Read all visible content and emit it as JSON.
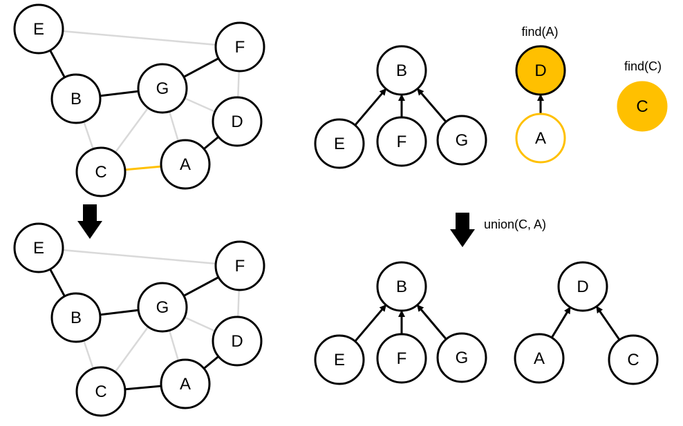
{
  "colors": {
    "edge_active": "#000000",
    "edge_inactive": "#d9d9d9",
    "edge_highlight": "#ffc000",
    "node_fill": "#ffffff",
    "node_stroke": "#000000",
    "root_fill": "#ffc000"
  },
  "graph_before": {
    "nodes": [
      "E",
      "F",
      "B",
      "G",
      "D",
      "C",
      "A"
    ],
    "edges": [
      {
        "from": "E",
        "to": "B",
        "state": "active"
      },
      {
        "from": "B",
        "to": "G",
        "state": "active"
      },
      {
        "from": "G",
        "to": "F",
        "state": "active"
      },
      {
        "from": "D",
        "to": "A",
        "state": "active"
      },
      {
        "from": "C",
        "to": "A",
        "state": "highlight"
      },
      {
        "from": "E",
        "to": "F",
        "state": "inactive"
      },
      {
        "from": "B",
        "to": "C",
        "state": "inactive"
      },
      {
        "from": "G",
        "to": "C",
        "state": "inactive"
      },
      {
        "from": "G",
        "to": "A",
        "state": "inactive"
      },
      {
        "from": "G",
        "to": "D",
        "state": "inactive"
      },
      {
        "from": "F",
        "to": "D",
        "state": "inactive"
      }
    ]
  },
  "graph_after": {
    "nodes": [
      "E",
      "F",
      "B",
      "G",
      "D",
      "C",
      "A"
    ],
    "edges": [
      {
        "from": "E",
        "to": "B",
        "state": "active"
      },
      {
        "from": "B",
        "to": "G",
        "state": "active"
      },
      {
        "from": "G",
        "to": "F",
        "state": "active"
      },
      {
        "from": "D",
        "to": "A",
        "state": "active"
      },
      {
        "from": "C",
        "to": "A",
        "state": "active"
      },
      {
        "from": "E",
        "to": "F",
        "state": "inactive"
      },
      {
        "from": "B",
        "to": "C",
        "state": "inactive"
      },
      {
        "from": "G",
        "to": "C",
        "state": "inactive"
      },
      {
        "from": "G",
        "to": "A",
        "state": "inactive"
      },
      {
        "from": "G",
        "to": "D",
        "state": "inactive"
      },
      {
        "from": "F",
        "to": "D",
        "state": "inactive"
      }
    ]
  },
  "forest_before": {
    "captions": {
      "find_a": "find(A)",
      "find_c": "find(C)"
    },
    "trees": [
      {
        "root": "B",
        "children": [
          "E",
          "F",
          "G"
        ]
      },
      {
        "root": "D",
        "children": [
          "A"
        ],
        "highlight_root": true,
        "highlight_child": true
      },
      {
        "root": "C",
        "children": [],
        "highlight_root": true
      }
    ]
  },
  "union_caption": "union(C, A)",
  "forest_after": {
    "trees": [
      {
        "root": "B",
        "children": [
          "E",
          "F",
          "G"
        ]
      },
      {
        "root": "D",
        "children": [
          "A",
          "C"
        ]
      }
    ]
  }
}
